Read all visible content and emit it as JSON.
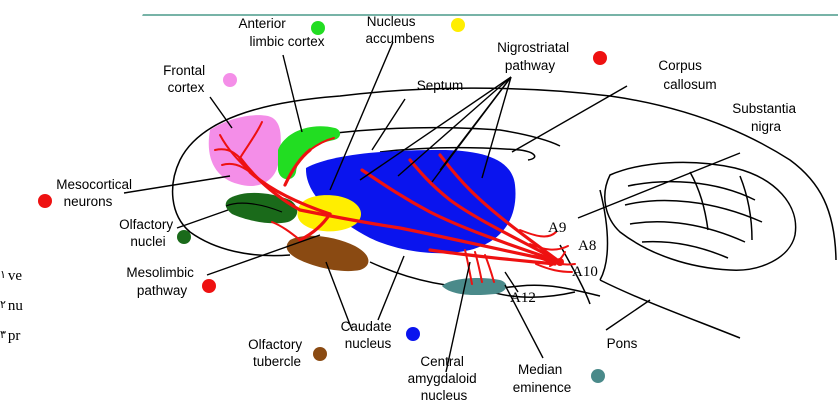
{
  "labels": {
    "anterior_limbic_cortex": [
      "Anterior",
      "limbic cortex"
    ],
    "nucleus_accumbens": [
      "Nucleus",
      "accumbens"
    ],
    "nigrostriatal_pathway": [
      "Nigrostriatal",
      "pathway"
    ],
    "corpus_callosum": [
      "Corpus",
      "callosum"
    ],
    "frontal_cortex": [
      "Frontal",
      "cortex"
    ],
    "septum": "Septum",
    "substantia_nigra": [
      "Substantia",
      "nigra"
    ],
    "mesocortical_neurons": [
      "Mesocortical",
      "neurons"
    ],
    "olfactory_nuclei": [
      "Olfactory",
      "nuclei"
    ],
    "mesolimbic_pathway": [
      "Mesolimbic",
      "pathway"
    ],
    "caudate_nucleus": [
      "Caudate",
      "nucleus"
    ],
    "olfactory_tubercle": [
      "Olfactory",
      "tubercle"
    ],
    "central_amygdaloid_nucleus": [
      "Central",
      "amygdaloid",
      "nucleus"
    ],
    "median_eminence": [
      "Median",
      "eminence"
    ],
    "pons": "Pons",
    "a9": "A9",
    "a8": "A8",
    "a10": "A10",
    "a12": "A12"
  },
  "side_text": [
    {
      "mark": "١",
      "text": "ve"
    },
    {
      "mark": "٢",
      "text": "nu"
    },
    {
      "mark": "٣",
      "text": "pr"
    }
  ],
  "colors": {
    "frontal_cortex": "#f48ee8",
    "anterior_limbic_cortex": "#22dd22",
    "nucleus_accumbens": "#ffee00",
    "caudate_nucleus": "#0a14ee",
    "olfactory_nuclei": "#1a6a1a",
    "olfactory_tubercle": "#8a4a12",
    "median_eminence": "#4a8a8a",
    "red_dot": "#ee1111",
    "dopamine_pathway": "#ee1111"
  }
}
